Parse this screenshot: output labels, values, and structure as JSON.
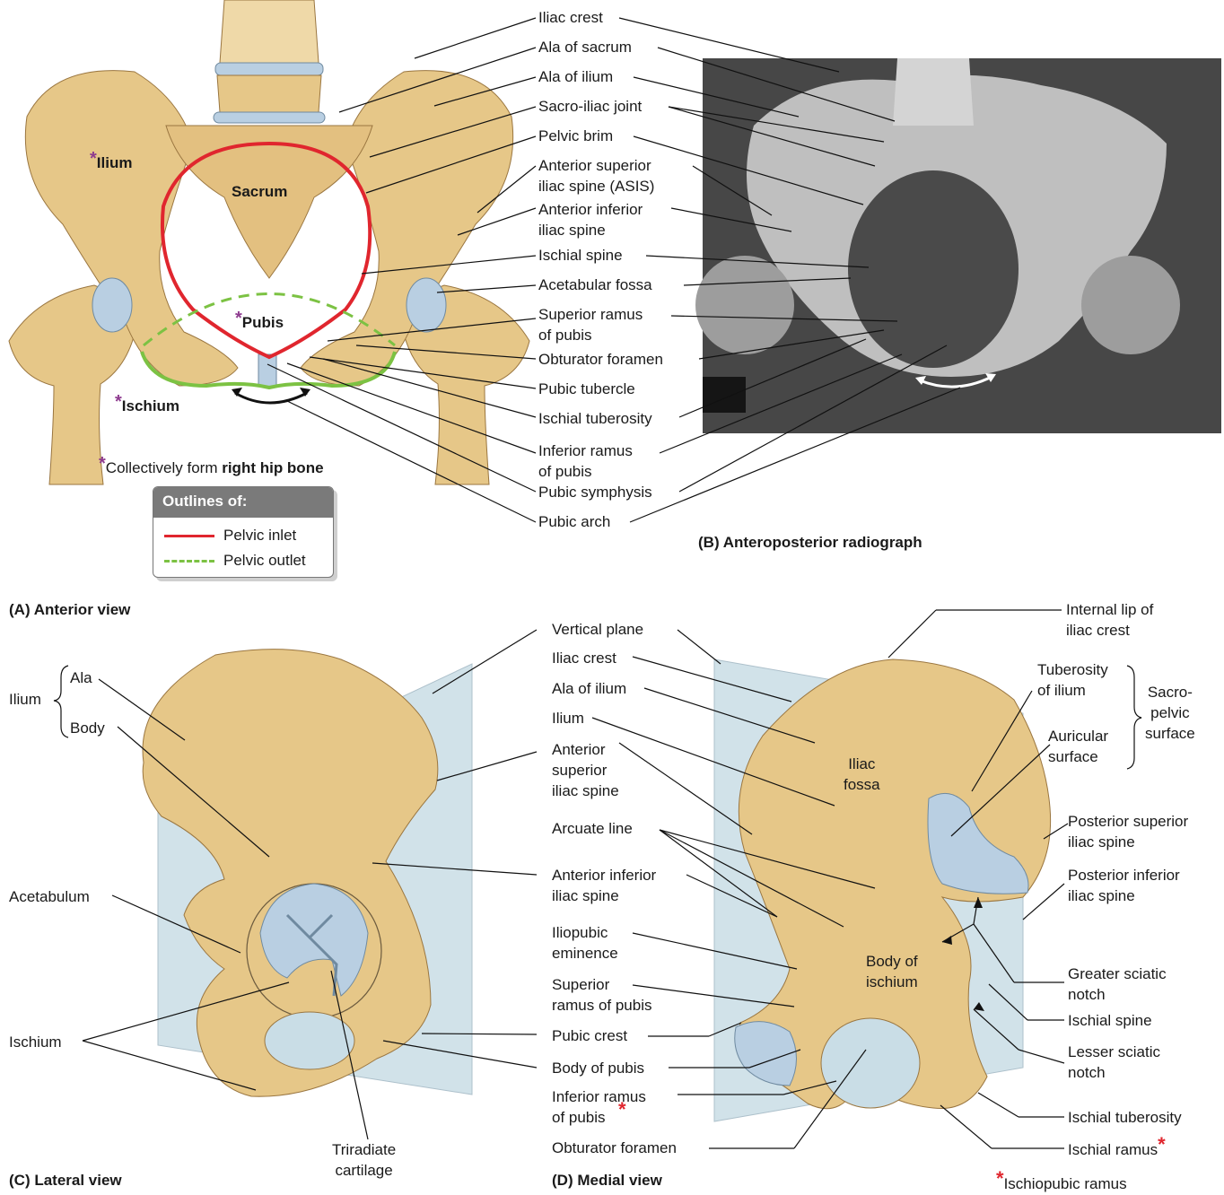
{
  "colors": {
    "bone": "#e6c788",
    "bone_shade": "#c99d55",
    "cartilage": "#b9cfe2",
    "inlet": "#e0262e",
    "outlet": "#7cc243",
    "plane": "#c9dde6",
    "asterisk": "#8e3b8f",
    "red_asterisk": "#e0262e"
  },
  "panelA": {
    "title": "(A) Anterior view",
    "bone_labels": {
      "ilium": "Ilium",
      "sacrum": "Sacrum",
      "pubis": "Pubis",
      "ischium": "Ischium"
    },
    "note_prefix": "Collectively form ",
    "note_bold": "right hip bone",
    "legend": {
      "title": "Outlines of:",
      "inlet": "Pelvic inlet",
      "outlet": "Pelvic outlet"
    },
    "labels": [
      "Iliac crest",
      "Ala of sacrum",
      "Ala of ilium",
      "Sacro-iliac joint",
      "Pelvic brim",
      "Anterior superior\niliac spine (ASIS)",
      "Anterior inferior\niliac spine",
      "Ischial spine",
      "Acetabular fossa",
      "Superior ramus\nof pubis",
      "Obturator foramen",
      "Pubic tubercle",
      "Ischial tuberosity",
      "Inferior ramus\nof pubis",
      "Pubic symphysis",
      "Pubic arch"
    ]
  },
  "panelB": {
    "title": "(B) Anteroposterior radiograph"
  },
  "panelC": {
    "title": "(C) Lateral view",
    "ilium": "Ilium",
    "ala": "Ala",
    "body": "Body",
    "acetabulum": "Acetabulum",
    "ischium": "Ischium",
    "triradiate": "Triradiate\ncartilage"
  },
  "panelD": {
    "title": "(D) Medial view",
    "center_labels": [
      "Vertical plane",
      "Iliac crest",
      "Ala of ilium",
      "Ilium",
      "Anterior\nsuperior\niliac spine",
      "Arcuate line",
      "Anterior inferior\niliac spine",
      "Iliopubic\neminence",
      "Superior\nramus of pubis",
      "Pubic crest",
      "Body of pubis",
      "Inferior ramus\nof pubis",
      "Obturator foramen"
    ],
    "iliac_fossa": "Iliac\nfossa",
    "body_ischium": "Body of\nischium",
    "right_labels": [
      "Internal lip of\niliac crest",
      "Tuberosity\nof ilium",
      "Auricular\nsurface",
      "Sacro-\npelvic\nsurface",
      "Posterior superior\niliac spine",
      "Posterior inferior\niliac spine",
      "Greater sciatic\nnotch",
      "Ischial spine",
      "Lesser sciatic\nnotch",
      "Ischial tuberosity",
      "Ischial ramus"
    ],
    "footnote": "Ischiopubic ramus"
  }
}
